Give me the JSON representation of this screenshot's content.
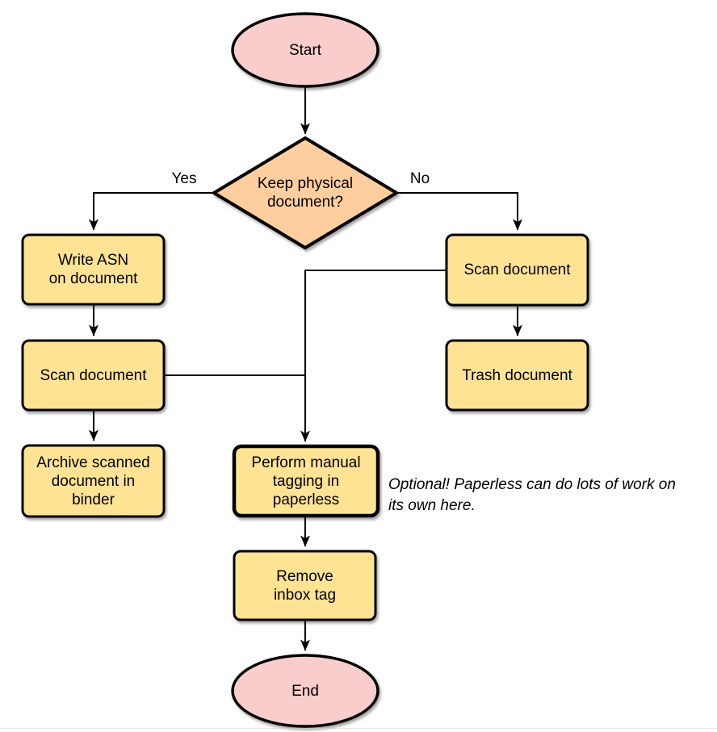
{
  "diagram": {
    "type": "flowchart",
    "colors": {
      "terminal_fill": "#f8cdcc",
      "decision_fill": "#ffce9e",
      "process_fill": "#ffe394",
      "stroke": "#000000"
    },
    "nodes": {
      "start": "Start",
      "decision": "Keep physical\ndocument?",
      "write_asn": "Write ASN\non document",
      "scan_left": "Scan document",
      "archive": "Archive scanned\ndocument in\nbinder",
      "scan_right": "Scan document",
      "trash": "Trash document",
      "perform_tagging": "Perform manual\ntagging in\npaperless",
      "remove_inbox": "Remove\ninbox tag",
      "end": "End"
    },
    "edge_labels": {
      "yes": "Yes",
      "no": "No"
    },
    "annotation": "Optional! Paperless can do lots of work on\nits own here."
  }
}
